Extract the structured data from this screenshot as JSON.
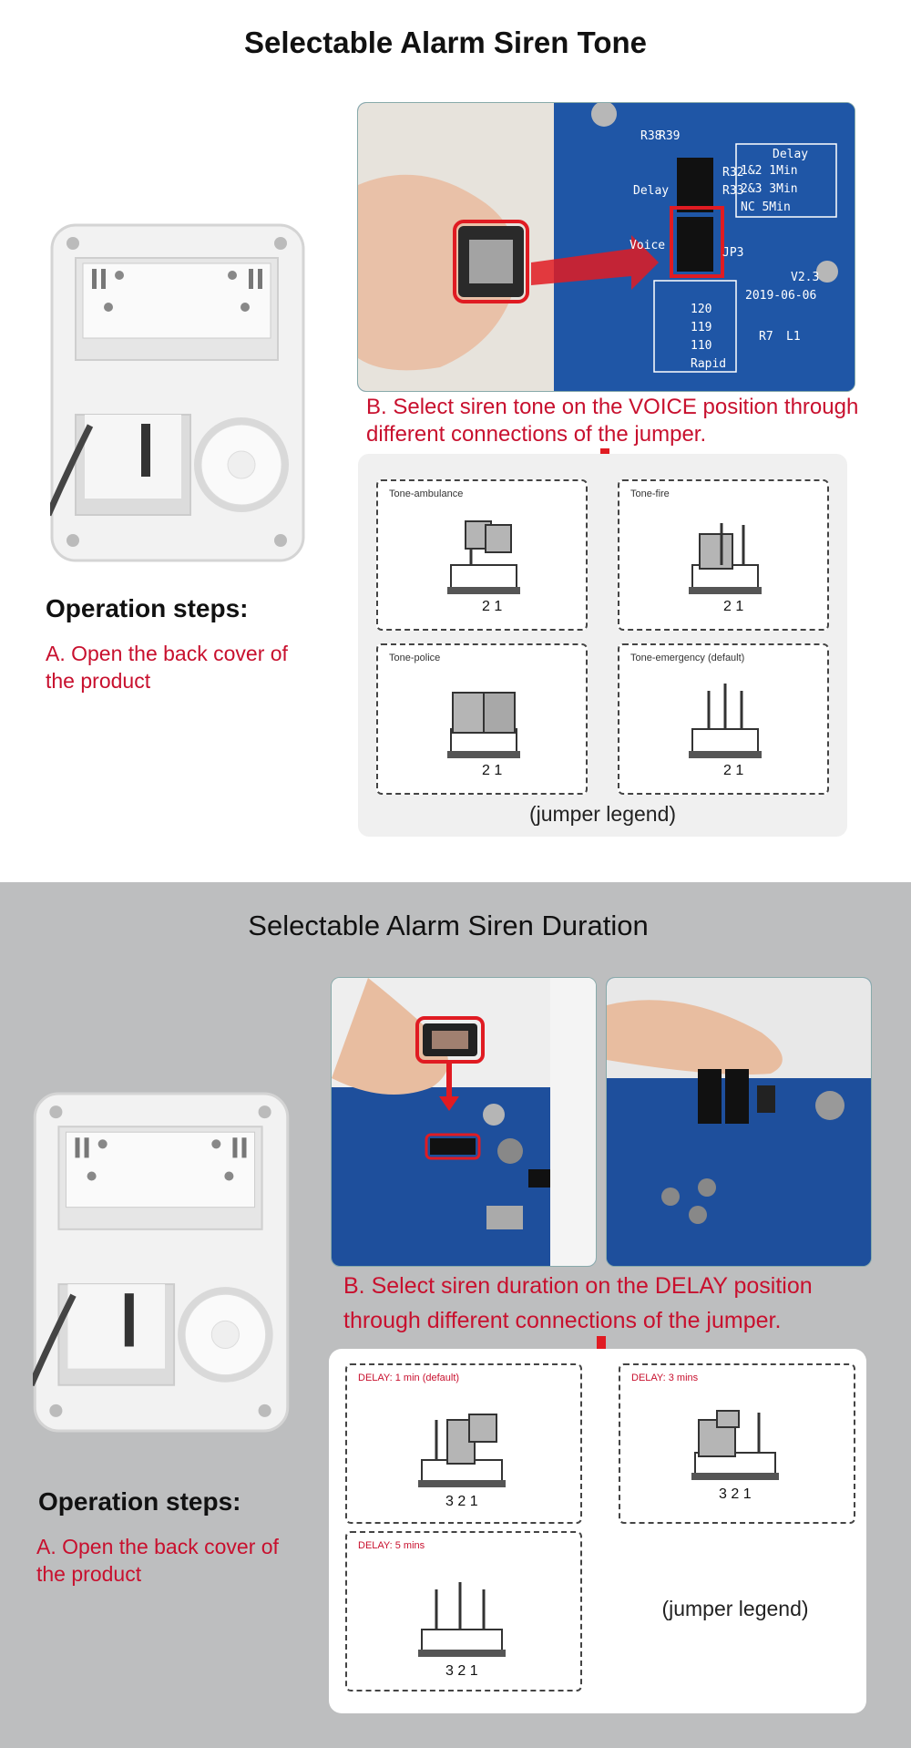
{
  "tone_section": {
    "title": "Selectable Alarm Siren Tone",
    "steps_heading": "Operation steps:",
    "step_a": "A. Open the back cover of the product",
    "step_b": "B. Select siren tone on the VOICE position through different connections of the jumper.",
    "board_labels": {
      "delay_table_title": "Delay",
      "delay_rows": [
        "1&2 1Min",
        "2&3 3Min",
        "NC 5Min"
      ],
      "voice_table_title": "Voice",
      "voice_rows": [
        "120",
        "119",
        "110",
        "Rapid"
      ],
      "version": "V2.3",
      "date": "2019-06-06",
      "delay_label": "Delay",
      "voice_label": "Voice",
      "jp_label": "JP3",
      "r_labels": [
        "R39",
        "R38",
        "R32",
        "R33",
        "R7",
        "L1"
      ]
    },
    "legend": {
      "items": [
        {
          "label": "Tone-ambulance",
          "pin_nums": "2 1"
        },
        {
          "label": "Tone-fire",
          "pin_nums": "2 1"
        },
        {
          "label": "Tone-police",
          "pin_nums": "2 1"
        },
        {
          "label": "Tone-emergency (default)",
          "pin_nums": "2 1"
        }
      ],
      "caption": "(jumper legend)"
    }
  },
  "duration_section": {
    "title": "Selectable Alarm Siren Duration",
    "steps_heading": "Operation steps:",
    "step_a": "A. Open the back cover of the product",
    "step_b": "B. Select siren duration on the DELAY position through different connections of the jumper.",
    "legend": {
      "items": [
        {
          "label": "DELAY: 1 min (default)",
          "pin_nums": "3 2 1"
        },
        {
          "label": "DELAY: 3 mins",
          "pin_nums": "3 2 1"
        },
        {
          "label": "DELAY: 5 mins",
          "pin_nums": "3 2 1"
        }
      ],
      "caption": "(jumper legend)"
    }
  },
  "colors": {
    "accent_red": "#c8102e",
    "pcb_blue": "#1d4f9a",
    "bottom_bg": "#bdbebf",
    "legend_bg": "#f0f0f0"
  }
}
